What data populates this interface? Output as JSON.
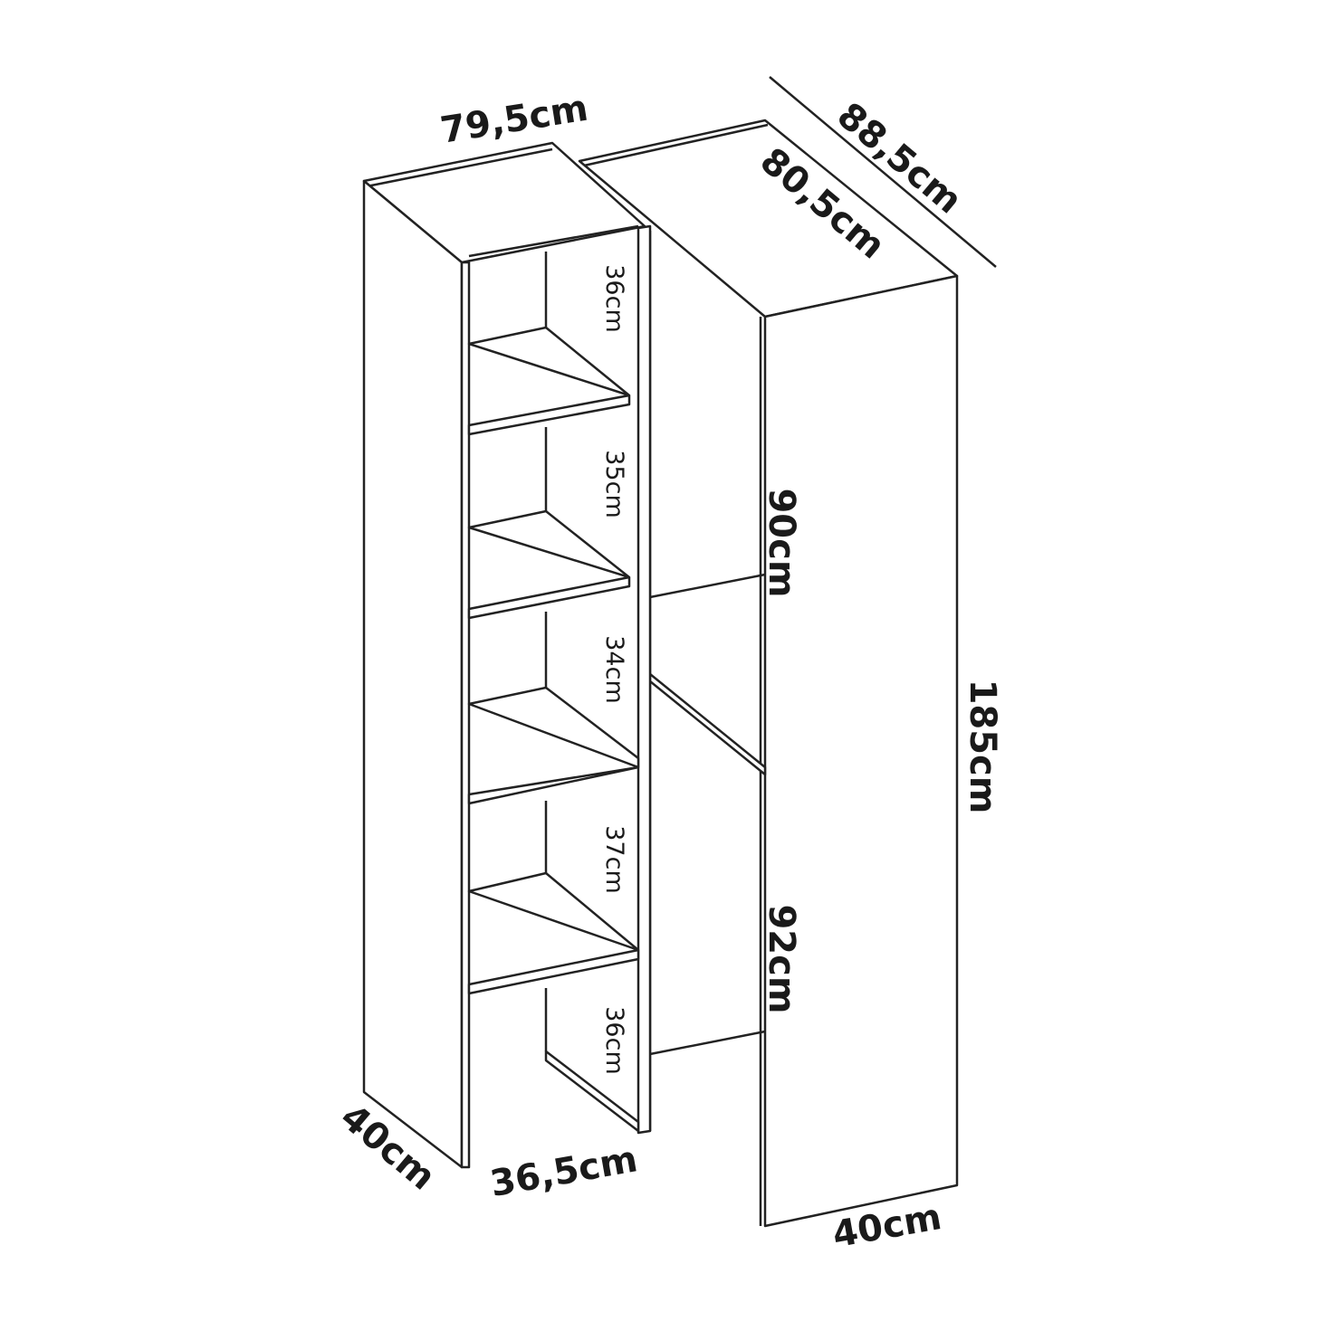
{
  "diagram": {
    "title": "Corner cabinet dimensions",
    "dimensions": {
      "top_width": "79,5cm",
      "right_depth_outer": "88,5cm",
      "right_depth_inner": "80,5cm",
      "height": "185cm",
      "left_depth": "40cm",
      "inner_width": "36,5cm",
      "right_width": "40cm",
      "upper_compartment": "90cm",
      "lower_compartment": "92cm"
    },
    "shelf_heights": [
      "36cm",
      "35cm",
      "34cm",
      "37cm",
      "36cm"
    ]
  }
}
